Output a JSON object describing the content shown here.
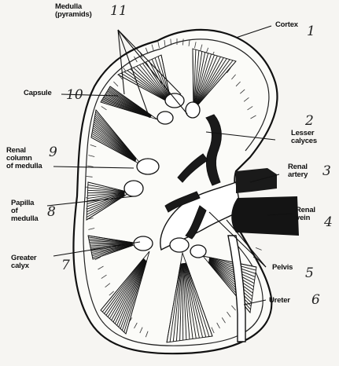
{
  "labels": {
    "medulla_pyramids": {
      "line1": "Medulla",
      "line2": "(pyramids)",
      "number": "11"
    },
    "cortex": {
      "text": "Cortex",
      "number": "1"
    },
    "capsule": {
      "text": "Capsule",
      "number": "10"
    },
    "lesser_calyces": {
      "line1": "Lesser",
      "line2": "calyces",
      "number": "2"
    },
    "renal_column": {
      "line1": "Renal",
      "line2": "column",
      "line3": "of medulla",
      "number": "9"
    },
    "renal_artery": {
      "line1": "Renal",
      "line2": "artery",
      "number": "3"
    },
    "papilla": {
      "line1": "Papilla",
      "line2": "of",
      "line3": "medulla",
      "number": "8"
    },
    "renal_vein": {
      "line1": "Renal",
      "line2": "vein",
      "number": "4"
    },
    "greater_calyx": {
      "line1": "Greater",
      "line2": "calyx",
      "number": "7"
    },
    "pelvis": {
      "text": "Pelvis",
      "number": "5"
    },
    "ureter": {
      "text": "Ureter",
      "number": "6"
    }
  }
}
